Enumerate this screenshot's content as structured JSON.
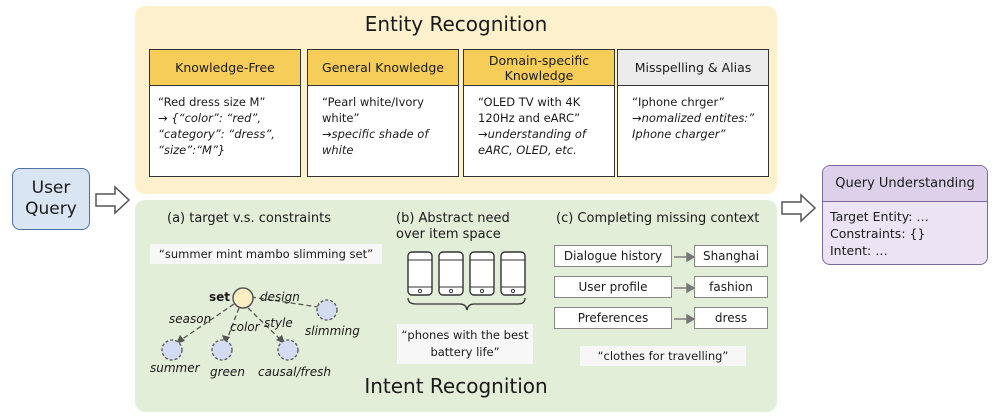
{
  "user_query": {
    "label": "User Query"
  },
  "entity": {
    "title": "Entity Recognition",
    "cards": [
      {
        "header": "Knowledge-Free",
        "example": "“Red dress size M”",
        "result": "→ {“color”: “red”, “category”: “dress”, “size”:“M”}"
      },
      {
        "header": "General Knowledge",
        "example": "“Pearl white/Ivory white”",
        "result": "→specific shade of white"
      },
      {
        "header": "Domain-specific Knowledge",
        "example": "“OLED TV with 4K 120Hz and eARC”",
        "result": "→understanding of eARC, OLED, etc."
      },
      {
        "header": "Misspelling & Alias",
        "example": "“Iphone chrger”",
        "result": "→nomalized entites:” Iphone charger”"
      }
    ]
  },
  "intent": {
    "title": "Intent Recognition",
    "a": {
      "subtitle": "(a) target v.s. constraints",
      "query": "“summer mint mambo slimming set”",
      "center": "set",
      "edges": [
        "design",
        "season",
        "color",
        "style"
      ],
      "nodes": [
        "slimming",
        "summer",
        "green",
        "causal/fresh"
      ]
    },
    "b": {
      "subtitle": "(b) Abstract need over item space",
      "query": "“phones with the best battery life”"
    },
    "c": {
      "subtitle": "(c) Completing missing context",
      "rows": [
        {
          "source": "Dialogue history",
          "value": "Shanghai"
        },
        {
          "source": "User profile",
          "value": "fashion"
        },
        {
          "source": "Preferences",
          "value": "dress"
        }
      ],
      "query": "“clothes for travelling”"
    }
  },
  "query_understanding": {
    "title": "Query Understanding",
    "lines": [
      "Target Entity: …",
      "Constraints: {}",
      "Intent: …"
    ]
  },
  "colors": {
    "entity_bg": "#fdf0cd",
    "intent_bg": "#e3eed8",
    "card_header_yellow": "#f7cd59",
    "card_header_gray": "#ececec",
    "user_query_bg": "#dae5f3",
    "qu_bg": "#ece4f4",
    "center_node": "#fbeec3",
    "leaf_node": "#d3dcf2"
  }
}
